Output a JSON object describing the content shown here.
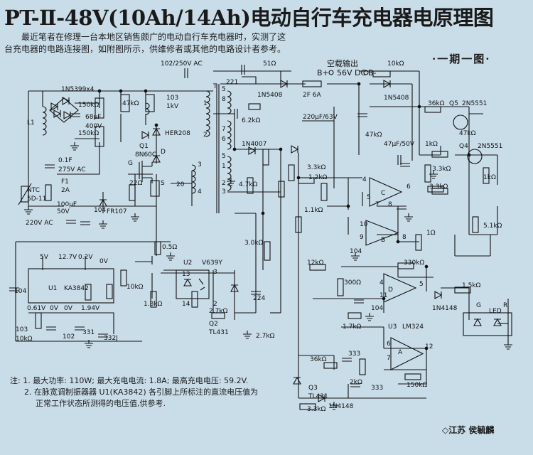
{
  "title": "PT-Ⅱ-48V(10Ah/14Ah)电动自行车充电器电原理图",
  "intro": "最近笔者在修理一台本地区销售颇广的电动自行车充电器时，实测了这台充电器的电路连接图，如附图所示，供维修者或其他的电路设计者参考。",
  "issue_label": "·一期一图·",
  "output_label": "空载输出",
  "output_bplus": "B+",
  "output_voltage": "56V DC",
  "output_bminus": "B-",
  "notes": [
    "注: 1. 最大功率: 110W; 最大充电电流: 1.8A; 最高充电电压: 59.2V.",
    "2. 在脉宽调制振器器 U1(KA3842) 各引脚上所标注的直流电压值为",
    "正常工作状态所测得的电压值,供参考."
  ],
  "author": "◇江苏  侯毓麟",
  "labels": [
    {
      "t": "1N5399x4"
    },
    {
      "t": "102/250V AC"
    },
    {
      "t": "150kΩ"
    },
    {
      "t": "47kΩ"
    },
    {
      "t": "103"
    },
    {
      "t": "1kV"
    },
    {
      "t": "68μF"
    },
    {
      "t": "400V"
    },
    {
      "t": "150kΩ"
    },
    {
      "t": "HER208"
    },
    {
      "t": "L1"
    },
    {
      "t": "0.1F"
    },
    {
      "t": "275V AC"
    },
    {
      "t": "F1"
    },
    {
      "t": "2A"
    },
    {
      "t": "NTC"
    },
    {
      "t": "5D-11"
    },
    {
      "t": "220V AC"
    },
    {
      "t": "Q1"
    },
    {
      "t": "8N60C"
    },
    {
      "t": "G"
    },
    {
      "t": "D"
    },
    {
      "t": "S"
    },
    {
      "t": "22Ω"
    },
    {
      "t": "20"
    },
    {
      "t": "FR107"
    },
    {
      "t": "100μF"
    },
    {
      "t": "50V"
    },
    {
      "t": "104"
    },
    {
      "t": "T"
    },
    {
      "t": "221"
    },
    {
      "t": "51Ω"
    },
    {
      "t": "1N5408"
    },
    {
      "t": "2F 6A"
    },
    {
      "t": "10kΩ"
    },
    {
      "t": "1N5408"
    },
    {
      "t": "6.2kΩ"
    },
    {
      "t": "220μF/63V"
    },
    {
      "t": "36kΩ"
    },
    {
      "t": "Q5"
    },
    {
      "t": "2N5551"
    },
    {
      "t": "47kΩ"
    },
    {
      "t": "47kΩ"
    },
    {
      "t": "1N4007"
    },
    {
      "t": "47μF/50V"
    },
    {
      "t": "1kΩ"
    },
    {
      "t": "Q4"
    },
    {
      "t": "2N5551"
    },
    {
      "t": "3.3kΩ"
    },
    {
      "t": "1.2kΩ"
    },
    {
      "t": "4.7kΩ"
    },
    {
      "t": "3.3kΩ"
    },
    {
      "t": "1kΩ"
    },
    {
      "t": "C"
    },
    {
      "t": "1.1kΩ"
    },
    {
      "t": "3.3kΩ"
    },
    {
      "t": "B"
    },
    {
      "t": "104"
    },
    {
      "t": "1Ω"
    },
    {
      "t": "5.1kΩ"
    },
    {
      "t": "0.5Ω"
    },
    {
      "t": "12.7V"
    },
    {
      "t": "5V"
    },
    {
      "t": "0.2V"
    },
    {
      "t": "0V"
    },
    {
      "t": "U1"
    },
    {
      "t": "KA3842"
    },
    {
      "t": "104"
    },
    {
      "t": "10kΩ"
    },
    {
      "t": "0.61V"
    },
    {
      "t": "0V"
    },
    {
      "t": "0V"
    },
    {
      "t": "1.94V"
    },
    {
      "t": "103"
    },
    {
      "t": "10kΩ"
    },
    {
      "t": "102"
    },
    {
      "t": "331"
    },
    {
      "t": "332J"
    },
    {
      "t": "1.8kΩ"
    },
    {
      "t": "U2"
    },
    {
      "t": "V639Y"
    },
    {
      "t": "3.0kΩ"
    },
    {
      "t": "224"
    },
    {
      "t": "2.7kΩ"
    },
    {
      "t": "Q2"
    },
    {
      "t": "TL431"
    },
    {
      "t": "2.7kΩ"
    },
    {
      "t": "12kΩ"
    },
    {
      "t": "330kΩ"
    },
    {
      "t": "300Ω"
    },
    {
      "t": "104"
    },
    {
      "t": "D"
    },
    {
      "t": "1N4148"
    },
    {
      "t": "1.5kΩ"
    },
    {
      "t": "LED"
    },
    {
      "t": "G"
    },
    {
      "t": "R"
    },
    {
      "t": "1.7kΩ"
    },
    {
      "t": "U3"
    },
    {
      "t": "LM324"
    },
    {
      "t": "36kΩ"
    },
    {
      "t": "333"
    },
    {
      "t": "A"
    },
    {
      "t": "Q3"
    },
    {
      "t": "TL431"
    },
    {
      "t": "2kΩ"
    },
    {
      "t": "333"
    },
    {
      "t": "150kΩ"
    },
    {
      "t": "3.3kΩ"
    },
    {
      "t": "1N4148"
    },
    {
      "t": "8"
    },
    {
      "t": "7"
    },
    {
      "t": "6"
    },
    {
      "t": "5"
    },
    {
      "t": "1"
    },
    {
      "t": "2"
    },
    {
      "t": "3"
    },
    {
      "t": "4"
    },
    {
      "t": "5"
    },
    {
      "t": "1"
    },
    {
      "t": "2"
    },
    {
      "t": "3"
    },
    {
      "t": "4"
    },
    {
      "t": "5"
    },
    {
      "t": "6"
    },
    {
      "t": "7"
    },
    {
      "t": "8"
    },
    {
      "t": "10"
    },
    {
      "t": "9"
    },
    {
      "t": "8"
    },
    {
      "t": "4"
    },
    {
      "t": "11"
    },
    {
      "t": "5"
    },
    {
      "t": "6"
    },
    {
      "t": "7"
    },
    {
      "t": "12"
    },
    {
      "t": "13"
    },
    {
      "t": "14"
    },
    {
      "t": "3"
    },
    {
      "t": "2"
    },
    {
      "t": "1"
    },
    {
      "t": "1"
    },
    {
      "t": "2"
    },
    {
      "t": "3"
    },
    {
      "t": "4"
    }
  ]
}
